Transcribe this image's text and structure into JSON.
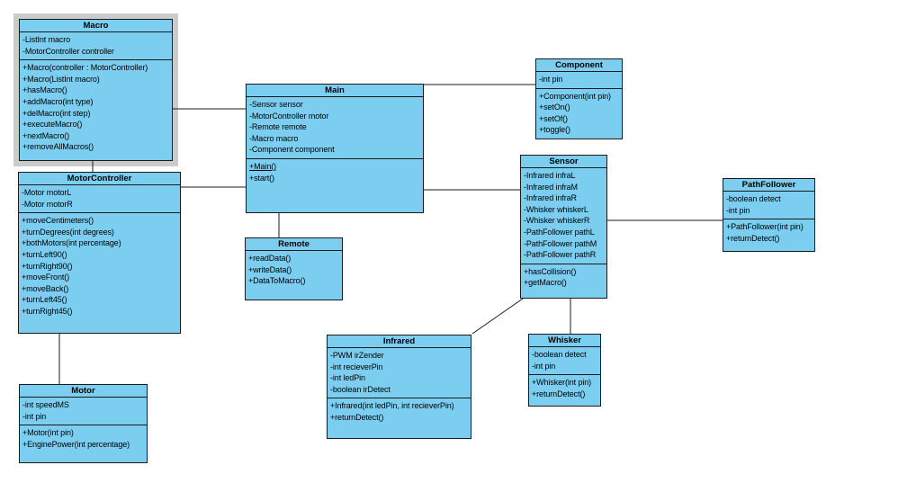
{
  "colors": {
    "fill": "#7ccef1",
    "border": "#1a1a1a",
    "line": "#1a1a1a",
    "selection": "#cbcbcb",
    "background": "#ffffff"
  },
  "classes": {
    "macro": {
      "name": "Macro",
      "attributes": [
        "-ListInt macro",
        "-MotorController controller"
      ],
      "methods": [
        "+Macro(controller : MotorController)",
        "+Macro(ListInt macro)",
        "+hasMacro()",
        "+addMacro(int type)",
        "+delMacro(int step)",
        "+executeMacro()",
        "+nextMacro()",
        "+removeAllMacros()"
      ]
    },
    "motorController": {
      "name": "MotorController",
      "attributes": [
        "-Motor motorL",
        "-Motor motorR"
      ],
      "methods": [
        "+moveCentimeters()",
        "+turnDegrees(int degrees)",
        "+bothMotors(int percentage)",
        "+turnLeft90()",
        "+turnRight90()",
        "+moveFront()",
        "+moveBack()",
        "+turnLeft45()",
        "+turnRight45()"
      ]
    },
    "motor": {
      "name": "Motor",
      "attributes": [
        "-int speedMS",
        "-int pin"
      ],
      "methods": [
        "+Motor(int pin)",
        "+EnginePower(int percentage)"
      ]
    },
    "main": {
      "name": "Main",
      "attributes": [
        "-Sensor sensor",
        "-MotorController motor",
        "-Remote remote",
        "-Macro macro",
        "-Component component"
      ],
      "methods": [
        "+Main()",
        "+start()"
      ]
    },
    "remote": {
      "name": "Remote",
      "methods": [
        "+readData()",
        "+writeData()",
        "+DataToMacro()"
      ]
    },
    "component": {
      "name": "Component",
      "attributes": [
        "-int pin"
      ],
      "methods": [
        "+Component(int pin)",
        "+setOn()",
        "+setOf()",
        "+toggle()"
      ]
    },
    "sensor": {
      "name": "Sensor",
      "attributes": [
        "-Infrared infraL",
        "-Infrared infraM",
        "-Infrared infraR",
        "-Whisker whiskerL",
        "-Whisker whiskerR",
        "-PathFollower pathL",
        "-PathFollower pathM",
        "-PathFollower pathR"
      ],
      "methods": [
        "+hasCollision()",
        "+getMacro()"
      ]
    },
    "pathFollower": {
      "name": "PathFollower",
      "attributes": [
        "-boolean detect",
        "-int pin"
      ],
      "methods": [
        "+PathFollower(int pin)",
        "+returnDetect()"
      ]
    },
    "infrared": {
      "name": "Infrared",
      "attributes": [
        "-PWM irZender",
        "-int recieverPin",
        "-int ledPin",
        "-boolean irDetect"
      ],
      "methods": [
        "+Infrared(int ledPin, int recieverPin)",
        "+returnDetect()"
      ]
    },
    "whisker": {
      "name": "Whisker",
      "attributes": [
        "-boolean detect",
        "-int pin"
      ],
      "methods": [
        "+Whisker(int pin)",
        "+returnDetect()"
      ]
    }
  }
}
